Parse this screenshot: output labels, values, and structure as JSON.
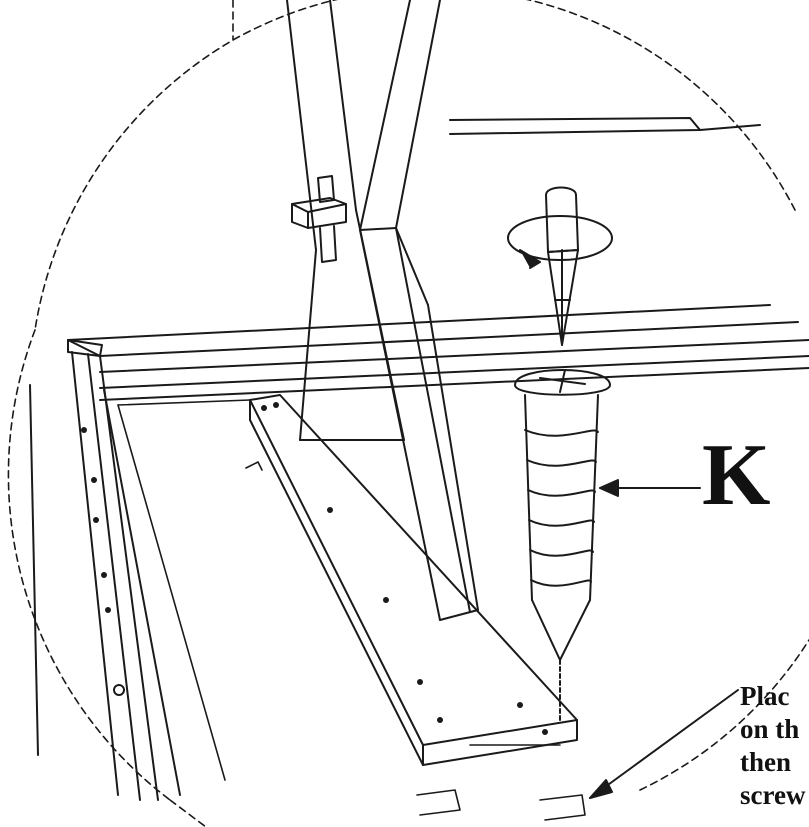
{
  "diagram": {
    "part_label": "K",
    "note_lines": [
      "Plac",
      "on th",
      "then",
      "screw"
    ]
  }
}
